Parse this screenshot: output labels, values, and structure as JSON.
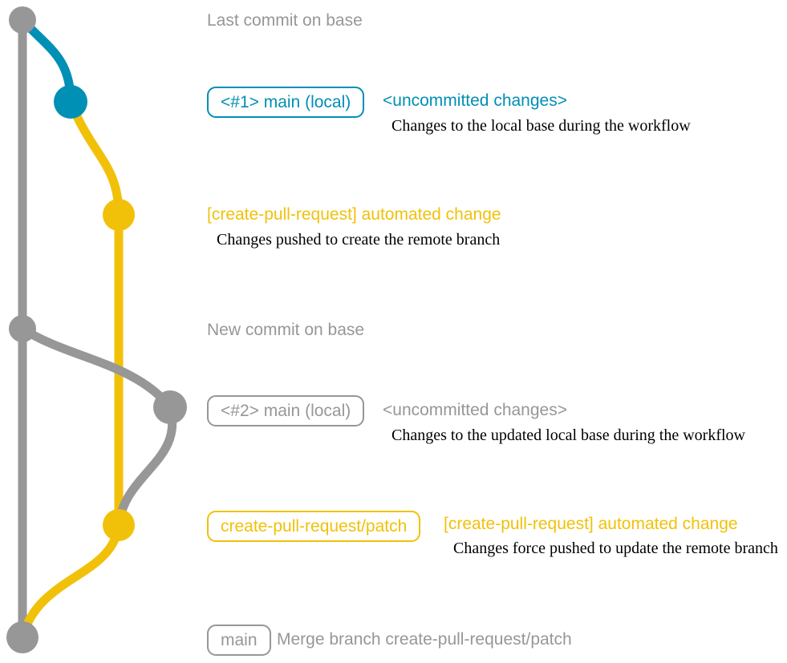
{
  "colors": {
    "base_gray": "#979797",
    "local_blue": "#008fb5",
    "remote_yellow": "#f1c109",
    "note_black": "#000000",
    "background": "#ffffff"
  },
  "milestones": {
    "last_commit": "Last commit on base",
    "new_commit": "New commit on base"
  },
  "entries": {
    "local1": {
      "branch_tag": "<#1> main (local)",
      "commit_message": "<uncommitted changes>",
      "note": "Changes to the local base during the workflow"
    },
    "push1": {
      "commit_message": "[create-pull-request] automated change",
      "note": "Changes pushed to create the remote branch"
    },
    "local2": {
      "branch_tag": "<#2> main (local)",
      "commit_message": "<uncommitted changes>",
      "note": "Changes to the updated local base during the workflow"
    },
    "push2": {
      "branch_tag": "create-pull-request/patch",
      "commit_message": "[create-pull-request] automated change",
      "note": "Changes force pushed to update the remote branch"
    },
    "merge": {
      "branch_tag": "main",
      "commit_message": "Merge branch create-pull-request/patch"
    }
  }
}
